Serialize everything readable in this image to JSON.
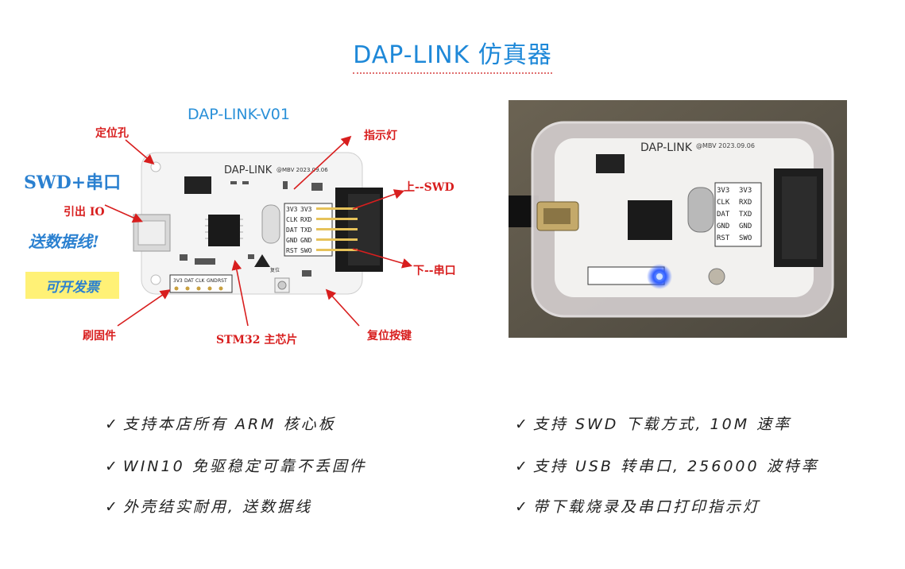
{
  "title": "DAP-LINK 仿真器",
  "board": {
    "model": "DAP-LINK-V01",
    "silk_name": "DAP-LINK",
    "silk_brand": "@MBV 2023.09.06",
    "pin_labels_left": [
      "3V3",
      "CLK",
      "DAT",
      "GND",
      "RST"
    ],
    "pin_labels_right": [
      "3V3",
      "RXD",
      "TXD",
      "GND",
      "SWO"
    ],
    "bottom_pins": [
      "3V3",
      "DAT",
      "CLK",
      "GND",
      "RST"
    ],
    "reset_silk": "复位"
  },
  "callouts": {
    "locating_hole": "定位孔",
    "indicator": "指示灯",
    "top_swd": "上--SWD",
    "bottom_uart": "下--串口",
    "io_out": "引出 IO",
    "firmware": "刷固件",
    "mcu": "STM32 主芯片",
    "reset_key": "复位按键"
  },
  "side_labels": {
    "swd_uart": "SWD+串口",
    "free_cable": "送数据线!",
    "invoice": "可开发票"
  },
  "photo": {
    "silk_name": "DAP-LINK",
    "silk_brand": "@MBV 2023.09.06",
    "pin_labels_left": [
      "3V3",
      "CLK",
      "DAT",
      "GND",
      "RST"
    ],
    "pin_labels_right": [
      "3V3",
      "RXD",
      "TXD",
      "GND",
      "SWO"
    ]
  },
  "features": {
    "check": "✓",
    "left": [
      "支持本店所有 ARM 核心板",
      "WIN10 免驱稳定可靠不丢固件",
      "外壳结实耐用, 送数据线"
    ],
    "right": [
      "支持 SWD 下载方式, 10M 速率",
      "支持 USB 转串口, 256000 波特率",
      "带下载烧录及串口打印指示灯"
    ]
  },
  "colors": {
    "title": "#1e88d8",
    "callout": "#d81e1e",
    "label_blue": "#2a80d0",
    "badge": "#fff176"
  }
}
